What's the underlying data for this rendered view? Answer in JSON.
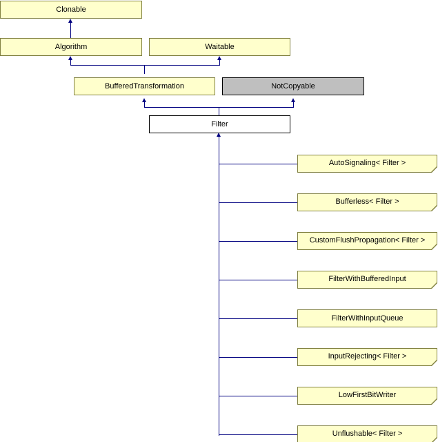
{
  "diagram": {
    "title": "Filter",
    "type": "inheritance-graph",
    "colors": {
      "base_fill": "#FFFFCC",
      "base_border": "#808040",
      "current_fill": "#FFFFFF",
      "current_border": "#000000",
      "nocopy_fill": "#BFBFBF",
      "nocopy_border": "#000000",
      "edge": "#000080"
    }
  },
  "nodes": {
    "clonable": {
      "label": "Clonable"
    },
    "algorithm": {
      "label": "Algorithm"
    },
    "waitable": {
      "label": "Waitable"
    },
    "buffered_transformation": {
      "label": "BufferedTransformation"
    },
    "not_copyable": {
      "label": "NotCopyable"
    },
    "filter": {
      "label": "Filter"
    }
  },
  "derived": [
    {
      "label": "AutoSignaling< Filter >"
    },
    {
      "label": "Bufferless< Filter >"
    },
    {
      "label": "CustomFlushPropagation< Filter >"
    },
    {
      "label": "FilterWithBufferedInput"
    },
    {
      "label": "FilterWithInputQueue"
    },
    {
      "label": "InputRejecting< Filter >"
    },
    {
      "label": "LowFirstBitWriter"
    },
    {
      "label": "Unflushable< Filter >"
    }
  ]
}
